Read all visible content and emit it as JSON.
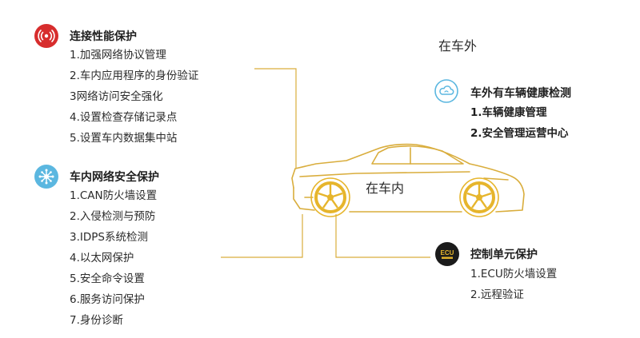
{
  "sections": {
    "connection_protection": {
      "title": "连接性能保护",
      "icon": "radio-signal-icon",
      "items": [
        "1.加强网络协议管理",
        "2.车内应用程序的身份验证",
        "3网络访问安全强化",
        "4.设置检查存储记录点",
        "5.设置车内数据集中站"
      ]
    },
    "in_vehicle_network": {
      "title": "车内网络安全保护",
      "icon": "network-hub-icon",
      "items": [
        "1.CAN防火墙设置",
        "2.入侵检测与预防",
        "3.IDPS系统检测",
        "4.以太网保护",
        "5.安全命令设置",
        "6.服务访问保护",
        "7.身份诊断"
      ]
    },
    "outside_vehicle": {
      "title": "车外有车辆健康检测",
      "icon": "cloud-icon",
      "items": [
        "1.车辆健康管理",
        "2.安全管理运营中心"
      ]
    },
    "ecu_protection": {
      "title": "控制单元保护",
      "icon": "ecu-chip-icon",
      "icon_text": "ECU",
      "items": [
        "1.ECU防火墙设置",
        "2.远程验证"
      ]
    }
  },
  "labels": {
    "outside": "在车外",
    "inside": "在车内"
  },
  "colors": {
    "accent_gold": "#e6b52c",
    "connector_line": "#d4a52a",
    "red_icon": "#d72d2d",
    "blue_icon": "#5bb7e0",
    "ecu_icon": "#1b1b1b"
  }
}
